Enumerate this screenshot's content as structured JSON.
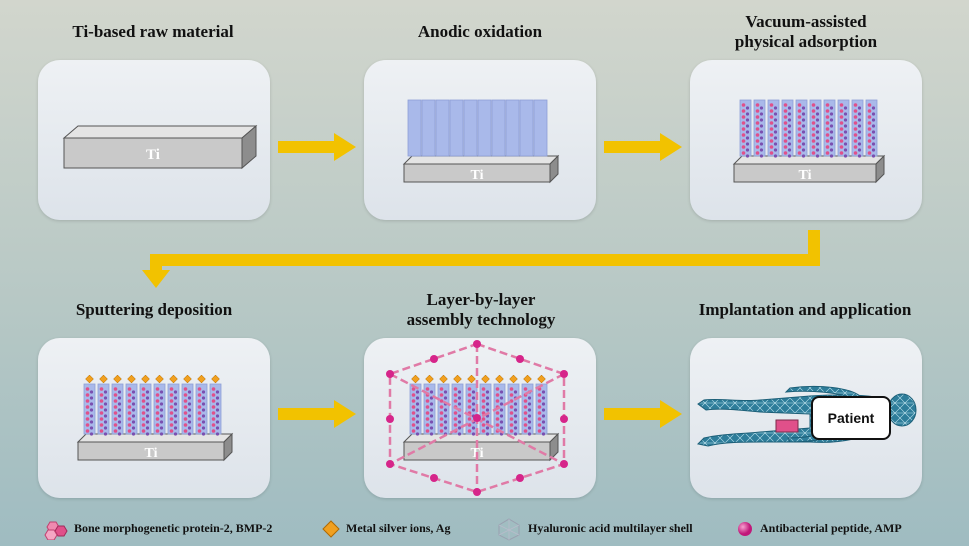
{
  "steps": [
    {
      "title": "Ti-based raw material"
    },
    {
      "title": "Anodic oxidation"
    },
    {
      "title": "Vacuum-assisted\nphysical adsorption"
    },
    {
      "title": "Sputtering deposition"
    },
    {
      "title": "Layer-by-layer\nassembly technology"
    },
    {
      "title": "Implantation and application"
    }
  ],
  "ti_label": "Ti",
  "patient_label": "Patient",
  "legend": [
    {
      "label": "Bone morphogenetic protein-2, BMP-2",
      "icon": "bmp2-hexagon-icon"
    },
    {
      "label": "Metal silver ions, Ag",
      "icon": "silver-diamond-icon"
    },
    {
      "label": "Hyaluronic acid multilayer shell",
      "icon": "shell-polyhedron-icon"
    },
    {
      "label": "Antibacterial peptide, AMP",
      "icon": "amp-sphere-icon"
    }
  ],
  "colors": {
    "arrow": "#f2c200",
    "tube": "#a9b9ea",
    "ti_block": "#c9c9c9",
    "bmp2": "#e0508a",
    "silver": "#f0a020",
    "amp": "#d6258a",
    "body": "#2e7d9a"
  }
}
